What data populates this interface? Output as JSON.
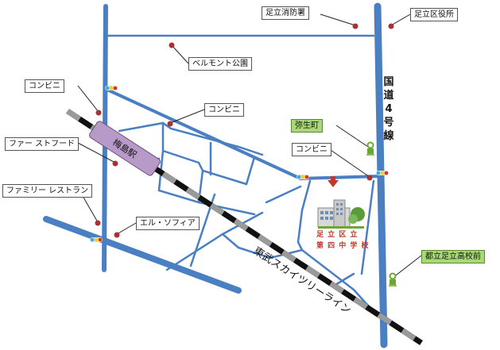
{
  "labels": {
    "fire_station": "足立消防署",
    "ward_office": "足立区役所",
    "park": "ベルモント公園",
    "conbini_1": "コンビニ",
    "conbini_2": "コンビニ",
    "conbini_3": "コンビニ",
    "fastfood": "ファー ストフード",
    "family_restaurant": "ファミリー レストラン",
    "elle_sofia": "エル・ソフィア",
    "yayoi_cho": "弥生町",
    "toritsu_adachi": "都立足立高校前",
    "station": "梅島駅",
    "railway": "東武スカイツリーライン",
    "route_chars": [
      "国",
      "道",
      "4",
      "号",
      "線"
    ],
    "school_line1": "足 立 区 立",
    "school_line2": "第 四 中 学 校"
  },
  "colors": {
    "road": "#4a7fc1",
    "route4": "#4a7fc1",
    "poi_dot": "#a83232",
    "rail_dark": "#111111",
    "rail_light": "#9a9a9a",
    "station_fill": "#b89ac8",
    "bus_stop": "#6aa832",
    "arrow": "#c0392b",
    "label_green": "#a8d878"
  },
  "icons": [
    "traffic-light-icon",
    "bus-stop-icon",
    "school-building-icon",
    "arrow-down-icon"
  ]
}
